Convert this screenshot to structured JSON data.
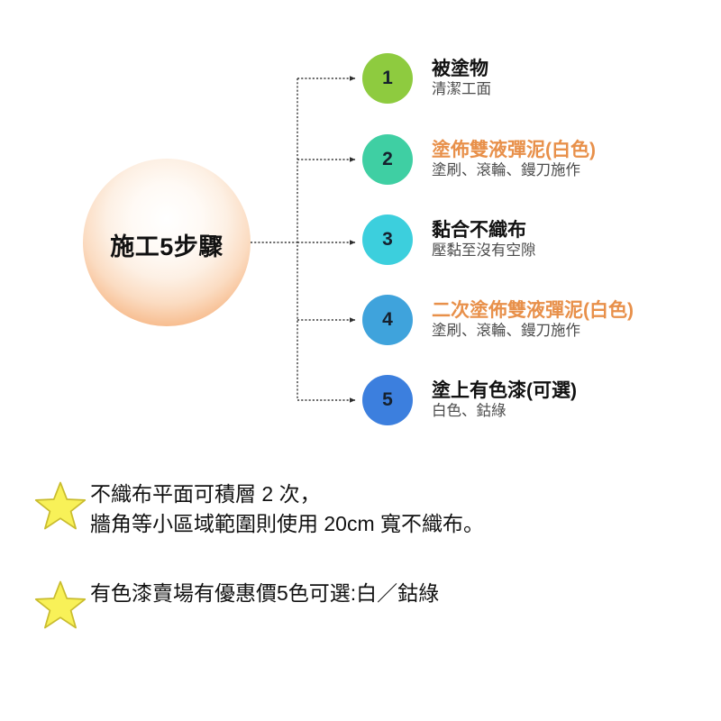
{
  "hub": {
    "label": "施工5步驟",
    "gradient_edge_color": "#f29c56",
    "gradient_center_color": "#ffffff"
  },
  "steps": [
    {
      "number": "1",
      "title": "被塗物",
      "subtitle": "清潔工面",
      "color": "#8ecb3f",
      "title_color": "#111111",
      "title_accent": false
    },
    {
      "number": "2",
      "title": "塗佈雙液彈泥(白色)",
      "subtitle": "塗刷、滾輪、鏝刀施作",
      "color": "#3fcfa3",
      "title_color": "#e8904a",
      "title_accent": true
    },
    {
      "number": "3",
      "title": "黏合不織布",
      "subtitle": "壓黏至沒有空隙",
      "color": "#3ccfdd",
      "title_color": "#111111",
      "title_accent": false
    },
    {
      "number": "4",
      "title": "二次塗佈雙液彈泥(白色)",
      "subtitle": "塗刷、滾輪、鏝刀施作",
      "color": "#3fa3dc",
      "title_color": "#e8904a",
      "title_accent": true
    },
    {
      "number": "5",
      "title": "塗上有色漆(可選)",
      "subtitle": "白色、鈷綠",
      "color": "#3c7fde",
      "title_color": "#111111",
      "title_accent": false
    }
  ],
  "notes": [
    {
      "icon": "star-icon",
      "text": "不織布平面可積層 2 次，\n牆角等小區域範圍則使用 20cm 寬不織布。"
    },
    {
      "icon": "star-icon",
      "text": "有色漆賣場有優惠價5色可選:白／鈷綠"
    }
  ],
  "colors": {
    "star_fill": "#f8f158",
    "star_stroke": "#c9bc2e",
    "accent_orange": "#e8904a",
    "connector": "#3a3a3a",
    "background": "#ffffff"
  }
}
